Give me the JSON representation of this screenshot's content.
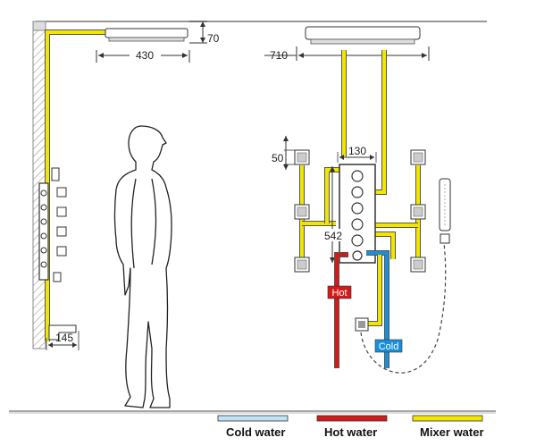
{
  "dimensions": {
    "ceiling_gap": "70",
    "left_head_width": "430",
    "right_head_width": "710",
    "nozzle_size": "50",
    "panel_width": "130",
    "panel_height": "542",
    "wall_offset": "145"
  },
  "labels": {
    "hot": "Hot",
    "cold": "Cold"
  },
  "legend": {
    "cold": "Cold water",
    "hot": "Hot water",
    "mixer": "Mixer water"
  },
  "colors": {
    "cold": "#1a8fd8",
    "cold_legend": "#bfe3f5",
    "hot": "#d11a1a",
    "mixer": "#f2e600",
    "pipe_outline": "#555555"
  }
}
